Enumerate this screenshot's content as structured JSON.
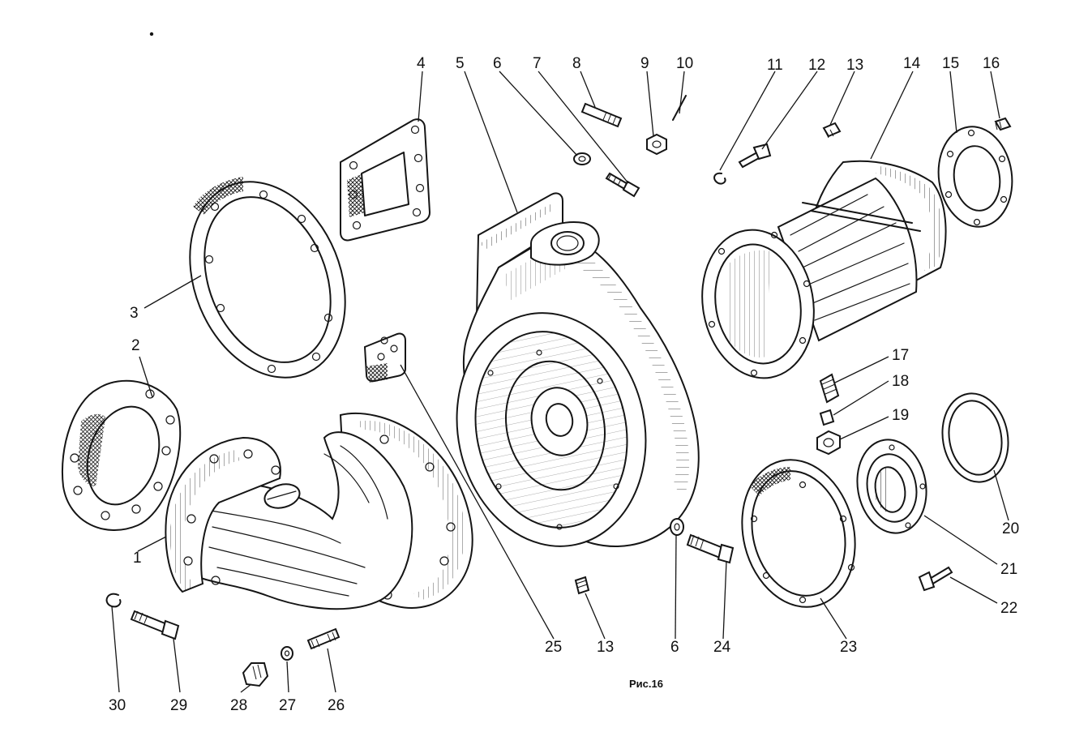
{
  "figure": {
    "caption": "Рис.16"
  },
  "callouts": [
    {
      "id": "c1",
      "label": "1"
    },
    {
      "id": "c2",
      "label": "2"
    },
    {
      "id": "c3",
      "label": "3"
    },
    {
      "id": "c4",
      "label": "4"
    },
    {
      "id": "c5",
      "label": "5"
    },
    {
      "id": "c6a",
      "label": "6"
    },
    {
      "id": "c7",
      "label": "7"
    },
    {
      "id": "c8",
      "label": "8"
    },
    {
      "id": "c9",
      "label": "9"
    },
    {
      "id": "c10",
      "label": "10"
    },
    {
      "id": "c11",
      "label": "11"
    },
    {
      "id": "c12",
      "label": "12"
    },
    {
      "id": "c13a",
      "label": "13"
    },
    {
      "id": "c14",
      "label": "14"
    },
    {
      "id": "c15",
      "label": "15"
    },
    {
      "id": "c16",
      "label": "16"
    },
    {
      "id": "c17",
      "label": "17"
    },
    {
      "id": "c18",
      "label": "18"
    },
    {
      "id": "c19",
      "label": "19"
    },
    {
      "id": "c20",
      "label": "20"
    },
    {
      "id": "c21",
      "label": "21"
    },
    {
      "id": "c22",
      "label": "22"
    },
    {
      "id": "c23",
      "label": "23"
    },
    {
      "id": "c24",
      "label": "24"
    },
    {
      "id": "c6b",
      "label": "6"
    },
    {
      "id": "c13b",
      "label": "13"
    },
    {
      "id": "c25",
      "label": "25"
    },
    {
      "id": "c26",
      "label": "26"
    },
    {
      "id": "c27",
      "label": "27"
    },
    {
      "id": "c28",
      "label": "28"
    },
    {
      "id": "c29",
      "label": "29"
    },
    {
      "id": "c30",
      "label": "30"
    }
  ]
}
